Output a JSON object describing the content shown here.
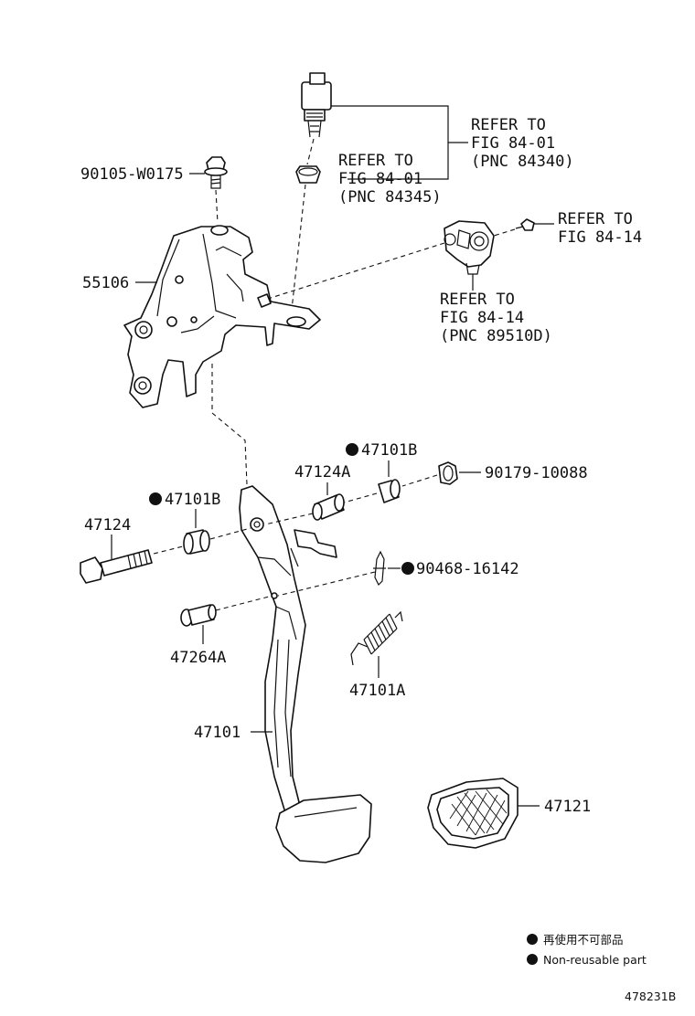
{
  "labels": {
    "refer_8434001_line1": "REFER TO",
    "refer_8434001_line2": "FIG 84-01",
    "refer_8434001_line3": "(PNC 84340)",
    "refer_8434501_line1": "REFER TO",
    "refer_8434501_line2": "FIG 84-01",
    "refer_8434501_line3": "(PNC 84345)",
    "refer_8414a_line1": "REFER TO",
    "refer_8414a_line2": "FIG 84-14",
    "refer_8414b_line1": "REFER TO",
    "refer_8414b_line2": "FIG 84-14",
    "refer_8414b_line3": "(PNC 89510D)",
    "p90105": "90105-W0175",
    "p55106": "55106",
    "p47101B_top": "47101B",
    "p47124A": "47124A",
    "p90179": "90179-10088",
    "p47101B_left": "47101B",
    "p47124": "47124",
    "p90468": "90468-16142",
    "p47264A": "47264A",
    "p47101A": "47101A",
    "p47101": "47101",
    "p47121": "47121"
  },
  "legend": {
    "jp": "再使用不可部品",
    "en": "Non-reusable part"
  },
  "figure_id": "478231B"
}
